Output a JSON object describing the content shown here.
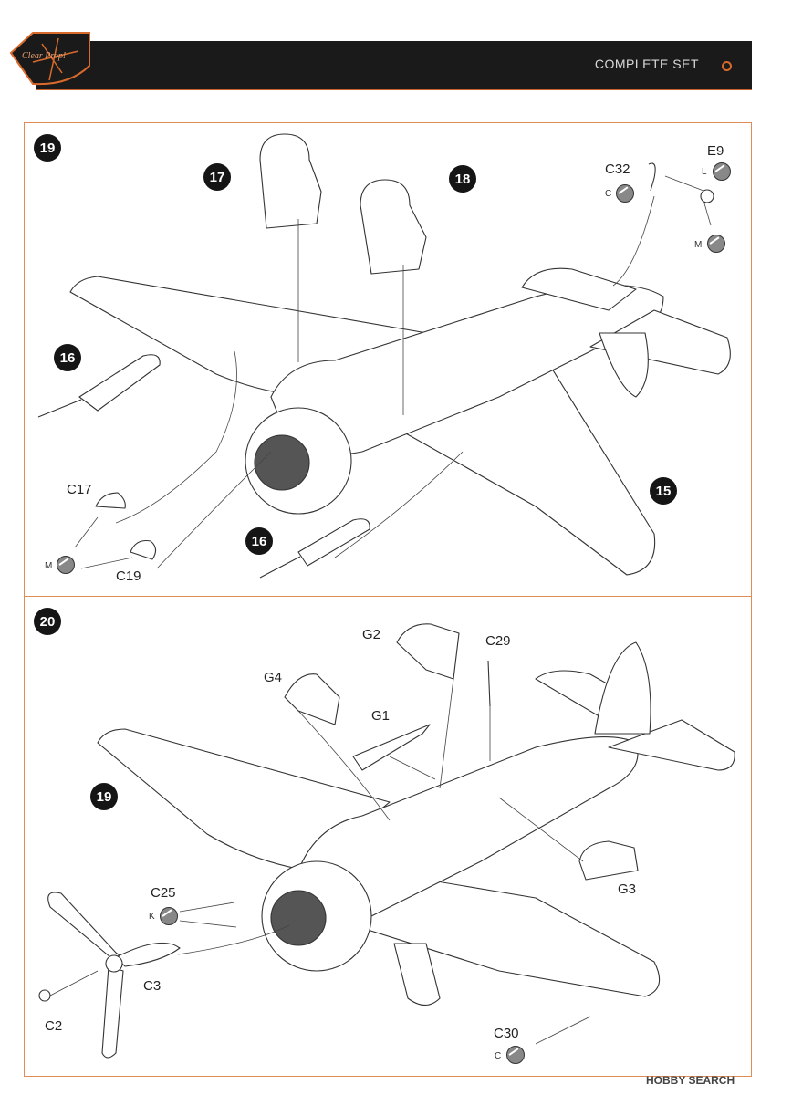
{
  "header": {
    "title": "COMPLETE SET",
    "brand": "Clear Prop!"
  },
  "colors": {
    "accent": "#d86a2c",
    "band": "#1b1a1a",
    "panel_border": "#e08c57"
  },
  "step19": {
    "step": "19",
    "callouts": {
      "s17": "17",
      "s18": "18",
      "s16a": "16",
      "s16b": "16",
      "s15": "15"
    },
    "parts": {
      "c32": "C32",
      "e9": "E9",
      "c17": "C17",
      "c19": "C19"
    },
    "paints": {
      "c": "C",
      "l": "L",
      "m1": "M",
      "m2": "M"
    }
  },
  "step20": {
    "step": "20",
    "callouts": {
      "s19": "19"
    },
    "parts": {
      "g2": "G2",
      "c29": "C29",
      "g4": "G4",
      "g1": "G1",
      "g3": "G3",
      "c25": "C25",
      "c3": "C3",
      "c2": "C2",
      "c30": "C30"
    },
    "paints": {
      "k": "K",
      "c": "C"
    }
  },
  "watermark": "HOBBY SEARCH"
}
